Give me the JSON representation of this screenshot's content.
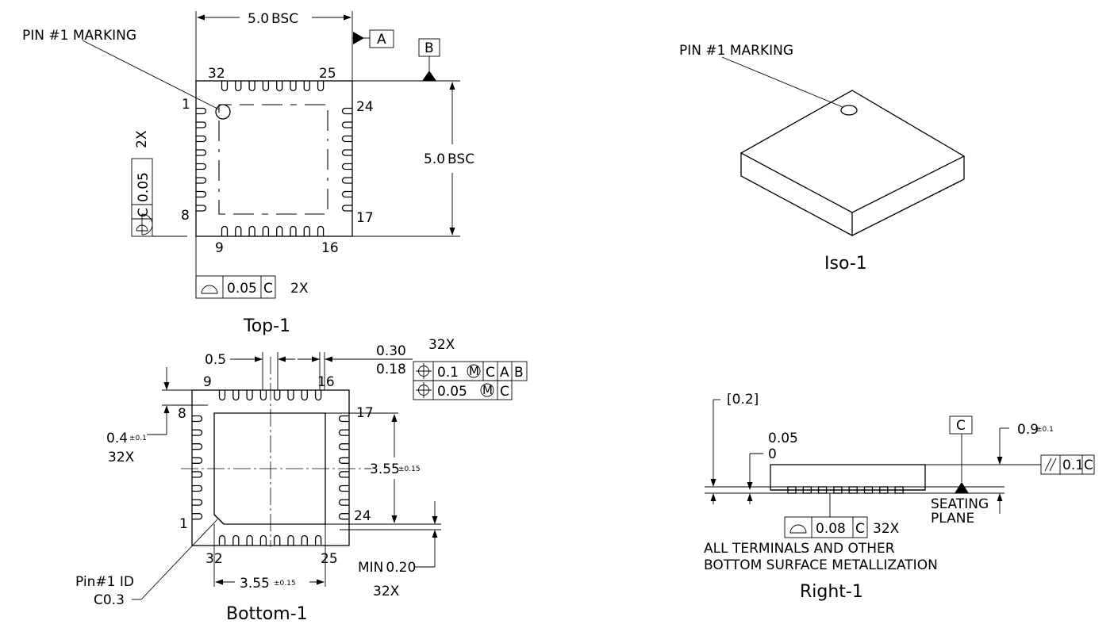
{
  "top_view": {
    "caption": "Top-1",
    "pin1_label": "PIN #1 MARKING",
    "width_dim": "5.0",
    "width_bsc": "BSC",
    "height_dim": "5.0",
    "height_bsc": "BSC",
    "datum_a": "A",
    "datum_b": "B",
    "pin_1": "1",
    "pin_8": "8",
    "pin_9": "9",
    "pin_16": "16",
    "pin_17": "17",
    "pin_24": "24",
    "pin_25": "25",
    "pin_32": "32",
    "fcf_side_value": "0.05",
    "fcf_side_datum": "C",
    "fcf_side_count": "2X",
    "fcf_bottom_value": "0.05",
    "fcf_bottom_datum": "C",
    "fcf_bottom_count": "2X"
  },
  "iso_view": {
    "caption": "Iso-1",
    "pin1_label": "PIN #1 MARKING"
  },
  "bottom_view": {
    "caption": "Bottom-1",
    "pitch": "0.5",
    "lead_width_max": "0.30",
    "lead_width_min": "0.18",
    "lead_count": "32X",
    "fcf1_value": "0.1",
    "fcf1_datum_c": "C",
    "fcf1_datum_a": "A",
    "fcf1_datum_b": "B",
    "fcf2_value": "0.05",
    "fcf2_datum_c": "C",
    "pad_height": "3.55",
    "pad_height_tol": "±0.15",
    "pad_width": "3.55",
    "pad_width_tol": "±0.15",
    "lead_length": "0.4",
    "lead_length_tol": "±0.1",
    "lead_length_count": "32X",
    "min_label": "MIN",
    "min_value": "0.20",
    "min_count": "32X",
    "pin1_id": "Pin#1 ID",
    "chamfer": "C0.3",
    "pin_1": "1",
    "pin_8": "8",
    "pin_9": "9",
    "pin_16": "16",
    "pin_17": "17",
    "pin_24": "24",
    "pin_25": "25",
    "pin_32": "32",
    "mmc_symbol": "M"
  },
  "right_view": {
    "caption": "Right-1",
    "ref_dim": "[0.2]",
    "standoff_max": "0.05",
    "standoff_min": "0",
    "height": "0.9",
    "height_tol": "±0.1",
    "datum_c": "C",
    "parallel_value": "0.1",
    "parallel_datum": "C",
    "seating_1": "SEATING",
    "seating_2": "PLANE",
    "coplanarity_value": "0.08",
    "coplanarity_datum": "C",
    "coplanarity_count": "32X",
    "note_line_1": "ALL TERMINALS AND OTHER",
    "note_line_2": "BOTTOM SURFACE METALLIZATION"
  }
}
